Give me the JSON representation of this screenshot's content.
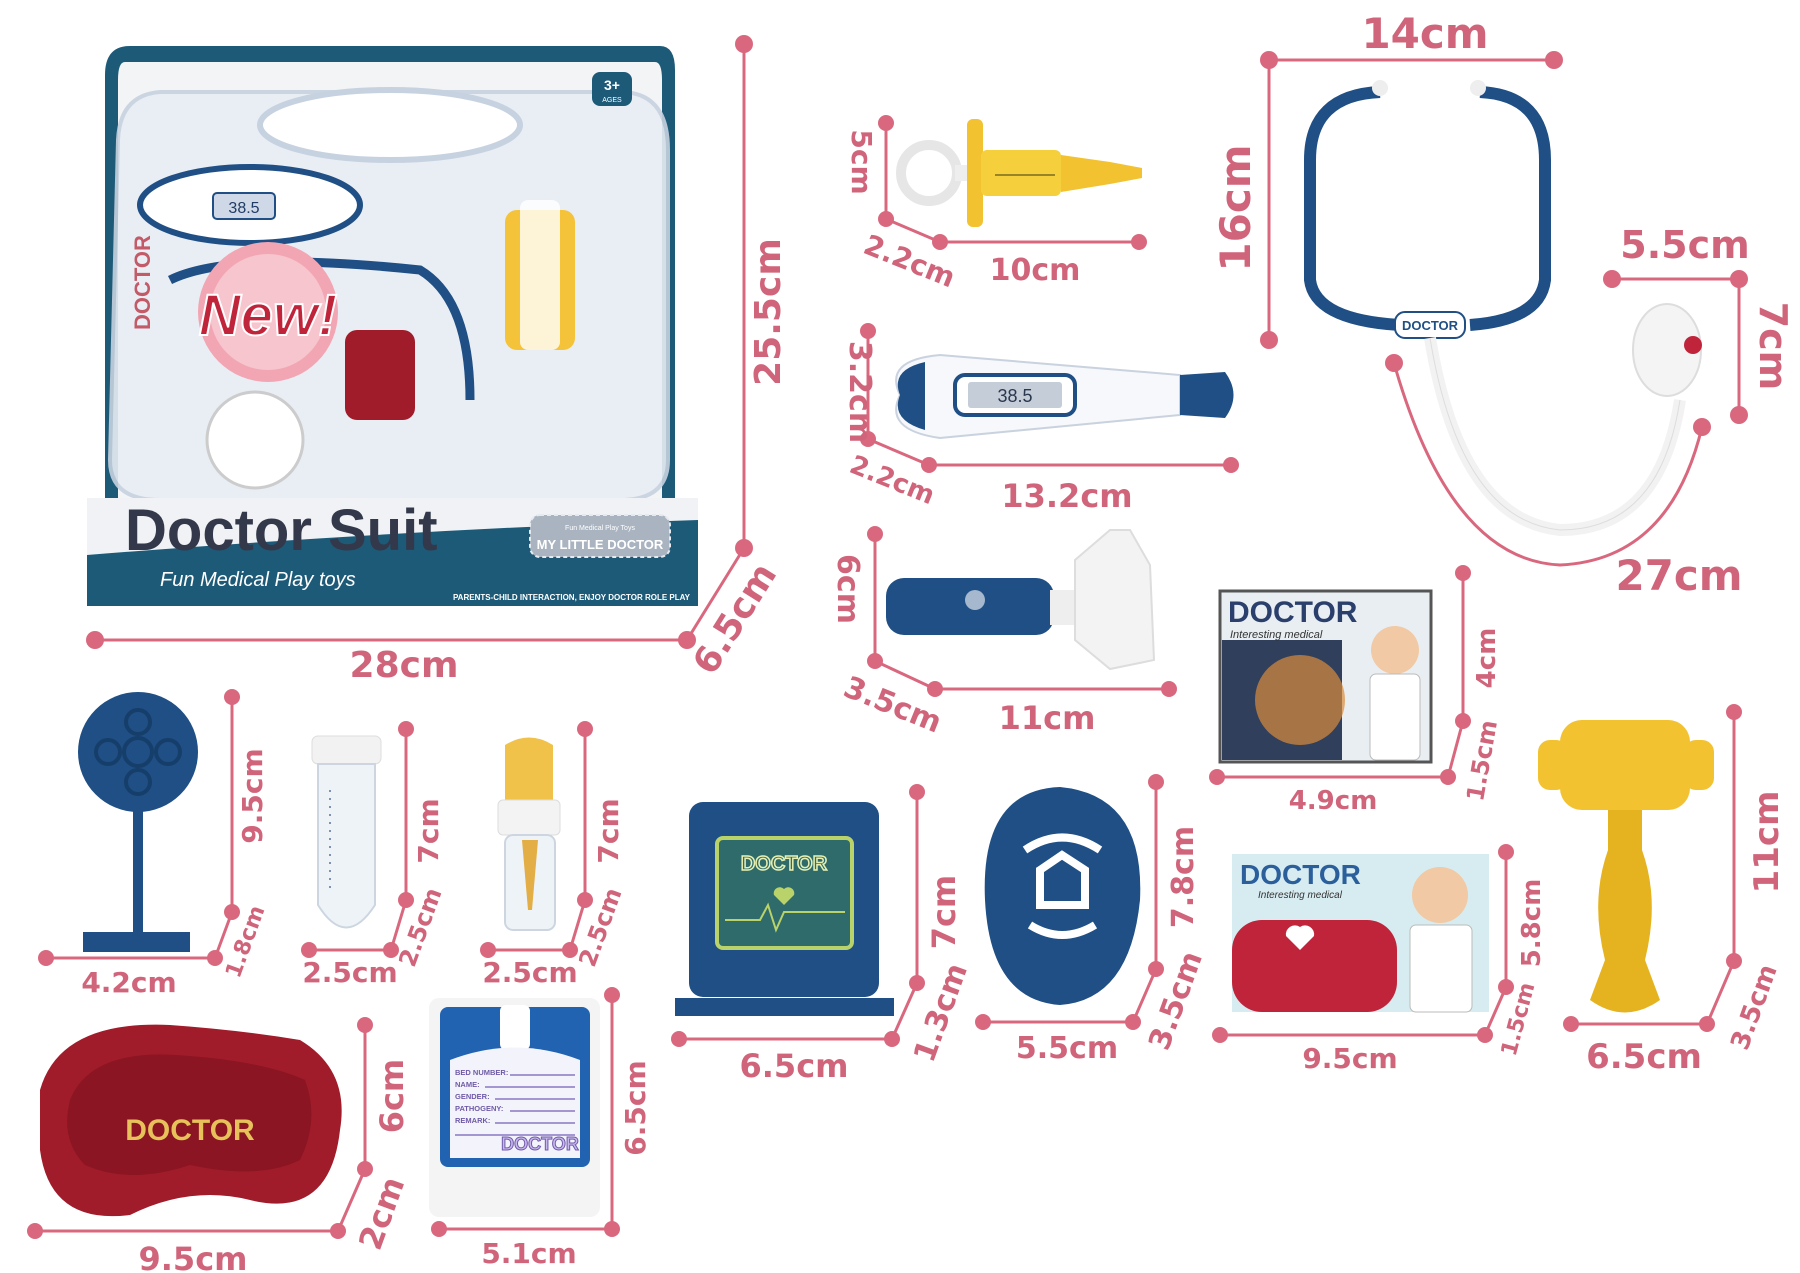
{
  "package": {
    "brand_title": "Doctor Suit",
    "subtitle": "Fun Medical Play toys",
    "badge": "New!",
    "age": "3+",
    "age_unit": "AGES",
    "side_label": "DOCTOR",
    "tag_small": "Fun Medical Play Toys",
    "tag_main": "MY LITTLE DOCTOR",
    "footer": "PARENTS-CHILD INTERACTION, ENJOY DOCTOR ROLE PLAY",
    "thermo_reading": "38.5"
  },
  "items": {
    "thermometer_reading": "38.5",
    "stethoscope_logo": "DOCTOR",
    "card1_title": "DOCTOR",
    "card1_sub": "Interesting medical",
    "card2_title": "DOCTOR",
    "card2_sub": "Interesting medical",
    "monitor_logo": "DOCTOR",
    "tray_logo": "DOCTOR",
    "clipboard_fields": [
      "BED NUMBER:",
      "NAME:",
      "GENDER:",
      "PATHOGENY:",
      "REMARK:"
    ],
    "clipboard_logo": "DOCTOR"
  },
  "dimensions": {
    "case_width": "28cm",
    "case_height": "25.5cm",
    "case_depth": "6.5cm",
    "steth_width": "14cm",
    "steth_height": "16cm",
    "steth_head_w": "5.5cm",
    "steth_head_h": "7cm",
    "steth_tube": "27cm",
    "syringe_h": "5cm",
    "syringe_d": "2.2cm",
    "syringe_l": "10cm",
    "thermo_h": "3.2cm",
    "thermo_d": "2.2cm",
    "thermo_l": "13.2cm",
    "oto_h": "6cm",
    "oto_d": "3.5cm",
    "oto_l": "11cm",
    "card1_h": "4cm",
    "card1_d": "1.5cm",
    "card1_w": "4.9cm",
    "lamp_h": "9.5cm",
    "lamp_d": "1.8cm",
    "lamp_w": "4.2cm",
    "tube_h": "7cm",
    "tube_d": "2.5cm",
    "tube_w": "2.5cm",
    "drop_h": "7cm",
    "drop_d": "2.5cm",
    "drop_w": "2.5cm",
    "mon_h": "7cm",
    "mon_d": "1.3cm",
    "mon_w": "6.5cm",
    "head_h": "7.8cm",
    "head_d": "3.5cm",
    "head_w": "5.5cm",
    "card2_h": "5.8cm",
    "card2_d": "1.5cm",
    "card2_w": "9.5cm",
    "ham_h": "11cm",
    "ham_d": "3.5cm",
    "ham_w": "6.5cm",
    "tray_h": "6cm",
    "tray_d": "2cm",
    "tray_w": "9.5cm",
    "clip_h": "6.5cm",
    "clip_w": "5.1cm"
  },
  "colors": {
    "dimension": "#d9687e",
    "navy": "#1f4f85",
    "yellow": "#f2c230",
    "red": "#a01c2a",
    "teal": "#1d5a78"
  }
}
